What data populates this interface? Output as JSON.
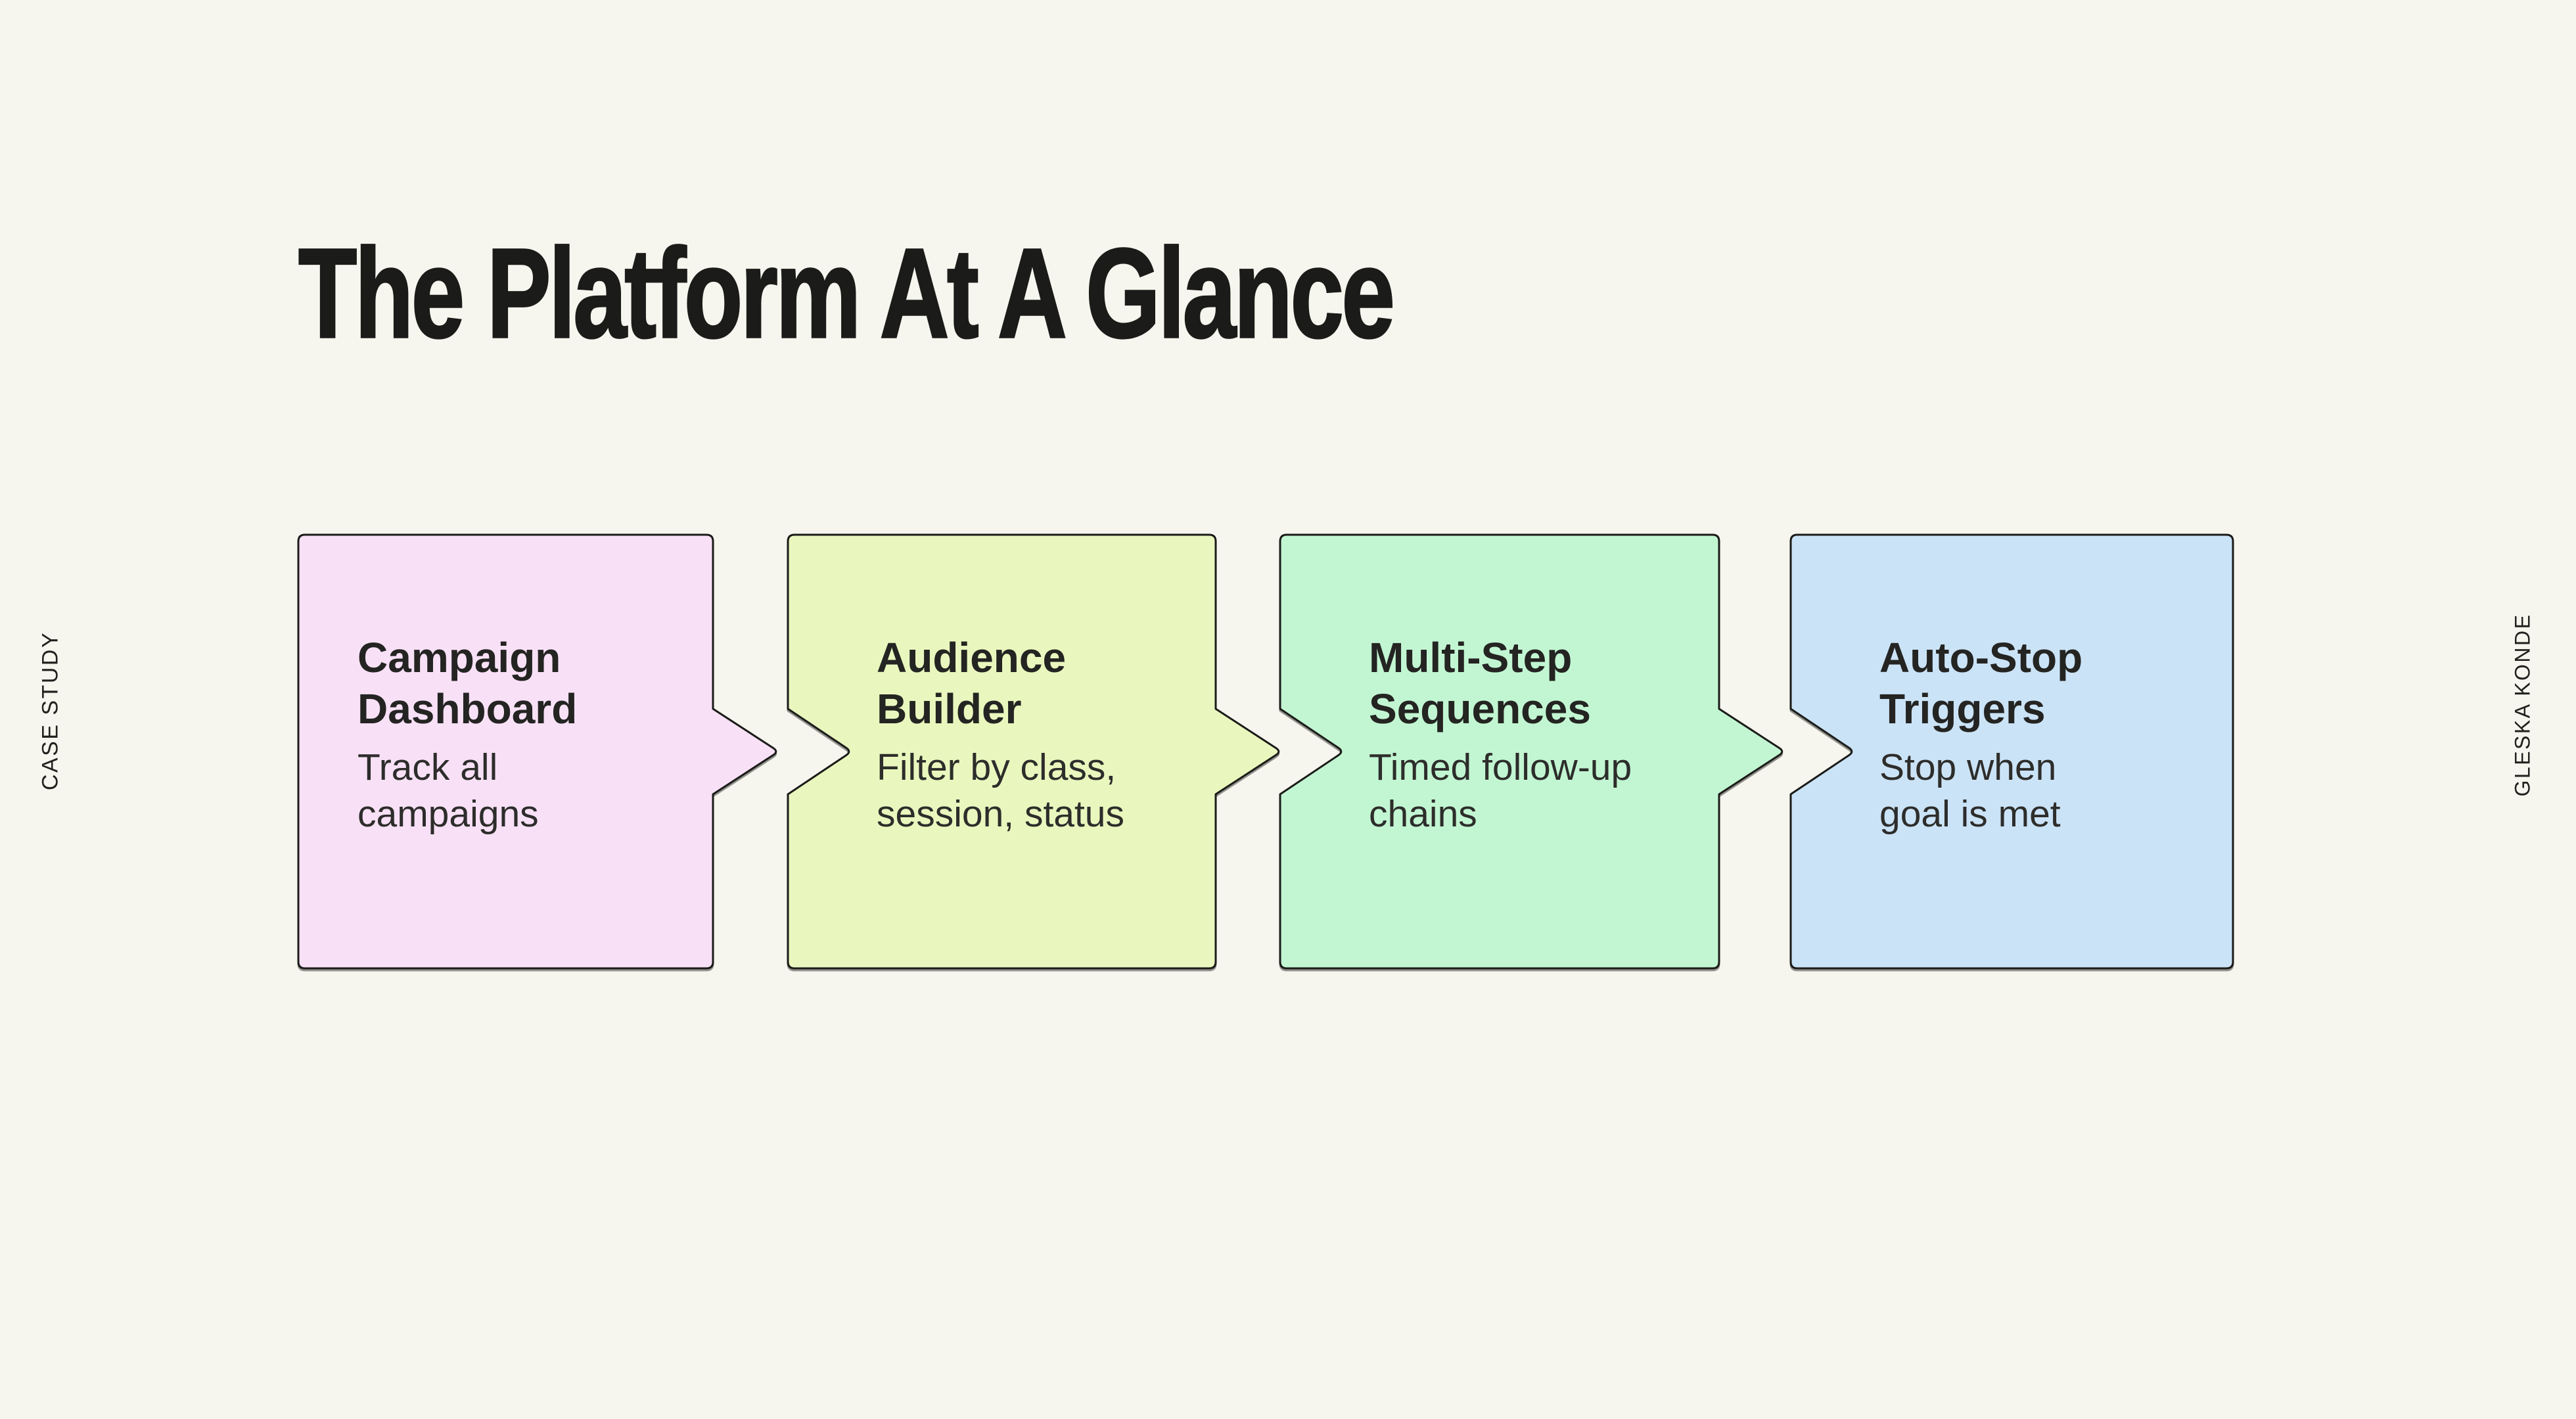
{
  "slide": {
    "title": "The Platform At A Glance",
    "left_margin_label": "CASE STUDY",
    "right_margin_label": "GLESKA KONDE",
    "colors": {
      "background": "#F6F6EE",
      "ink": "#1B1B19",
      "card_border": "#1B1B19"
    }
  },
  "steps": [
    {
      "title": "Campaign\nDashboard",
      "description": "Track all\ncampaigns",
      "fill": "#F8E1F6"
    },
    {
      "title": "Audience\nBuilder",
      "description": "Filter by class,\nsession, status",
      "fill": "#E9F7BE"
    },
    {
      "title": "Multi-Step\nSequences",
      "description": "Timed follow-up\nchains",
      "fill": "#C2F6D2"
    },
    {
      "title": "Auto-Stop\nTriggers",
      "description": "Stop when\ngoal is met",
      "fill": "#CBE3F6"
    }
  ]
}
